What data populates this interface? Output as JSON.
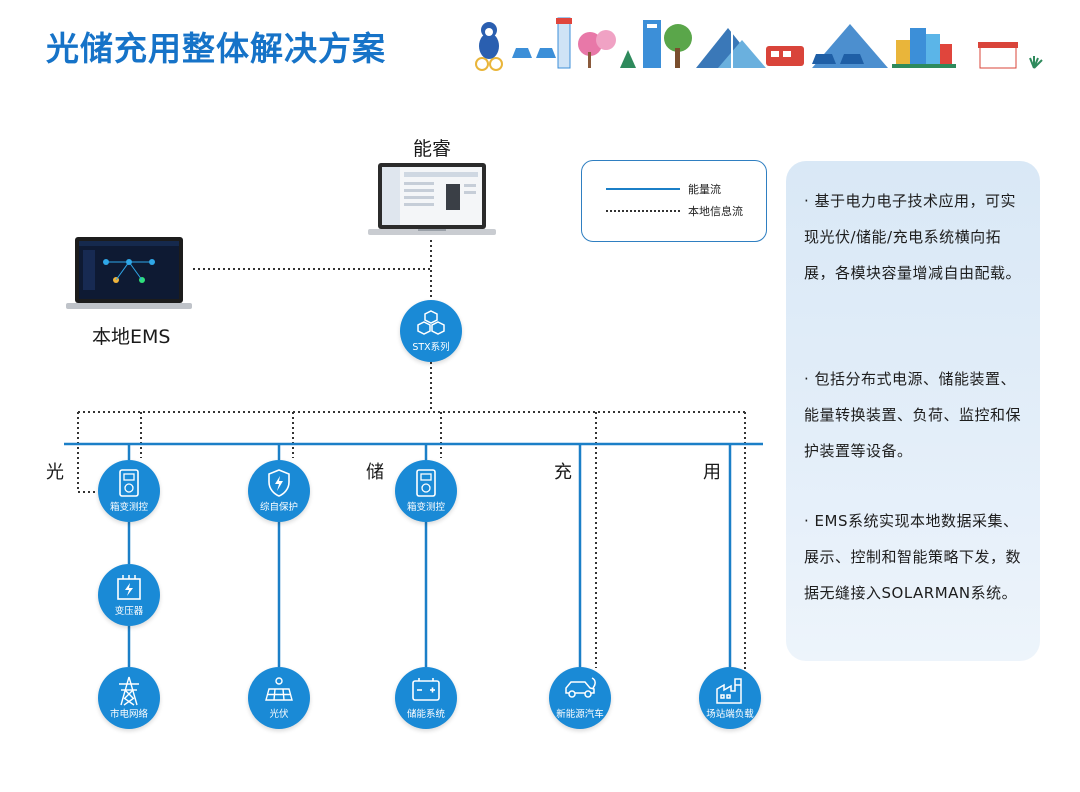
{
  "title": "光储充用整体解决方案",
  "cloud": {
    "label": "能睿"
  },
  "local_ems": {
    "label": "本地EMS"
  },
  "hub": {
    "label": "STX系列"
  },
  "legend": {
    "energy_flow": "能量流",
    "info_flow": "本地信息流"
  },
  "sections": {
    "guang": "光",
    "chu": "储",
    "chong": "充",
    "yong": "用"
  },
  "nodes": {
    "box_transformer_monitor_1": "箱变测控",
    "protection": "综自保护",
    "box_transformer_monitor_2": "箱变测控",
    "transformer": "变压器",
    "grid": "市电网络",
    "pv": "光伏",
    "storage": "储能系统",
    "ev": "新能源汽车",
    "site_load": "场站端负载"
  },
  "info_paragraphs": [
    "· 基于电力电子技术应用，可实现光伏/储能/充电系统横向拓展，各模块容量增减自由配载。",
    "· 包括分布式电源、储能装置、能量转换装置、负荷、监控和保护装置等设备。",
    "· EMS系统实现本地数据采集、展示、控制和智能策略下发，数据无缝接入SOLARMAN系统。"
  ],
  "colors": {
    "accent": "#1673c8",
    "node": "#1a8ad6",
    "energy_line": "#1b7fc7",
    "panel": "#e3eef9"
  }
}
